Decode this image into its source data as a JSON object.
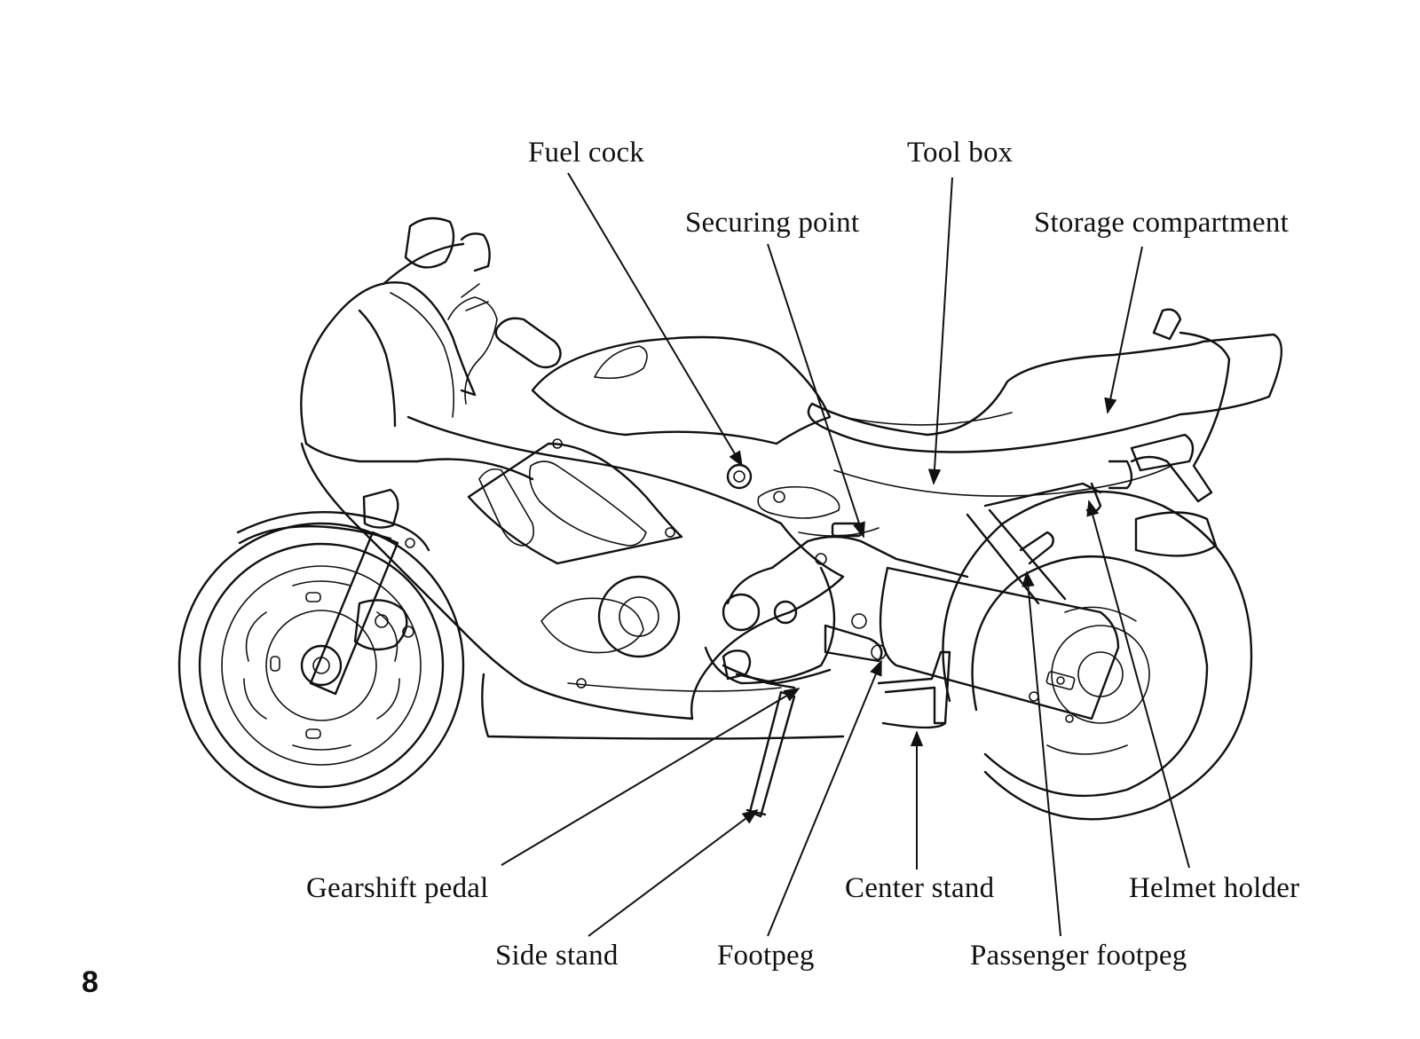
{
  "page": {
    "number": "8"
  },
  "callouts": [
    {
      "id": "fuel-cock",
      "label": "Fuel cock"
    },
    {
      "id": "tool-box",
      "label": "Tool box"
    },
    {
      "id": "securing-point",
      "label": "Securing point"
    },
    {
      "id": "storage-compartment",
      "label": "Storage compartment"
    },
    {
      "id": "gearshift-pedal",
      "label": "Gearshift pedal"
    },
    {
      "id": "center-stand",
      "label": "Center stand"
    },
    {
      "id": "helmet-holder",
      "label": "Helmet holder"
    },
    {
      "id": "side-stand",
      "label": "Side stand"
    },
    {
      "id": "footpeg",
      "label": "Footpeg"
    },
    {
      "id": "passenger-footpeg",
      "label": "Passenger footpeg"
    }
  ]
}
